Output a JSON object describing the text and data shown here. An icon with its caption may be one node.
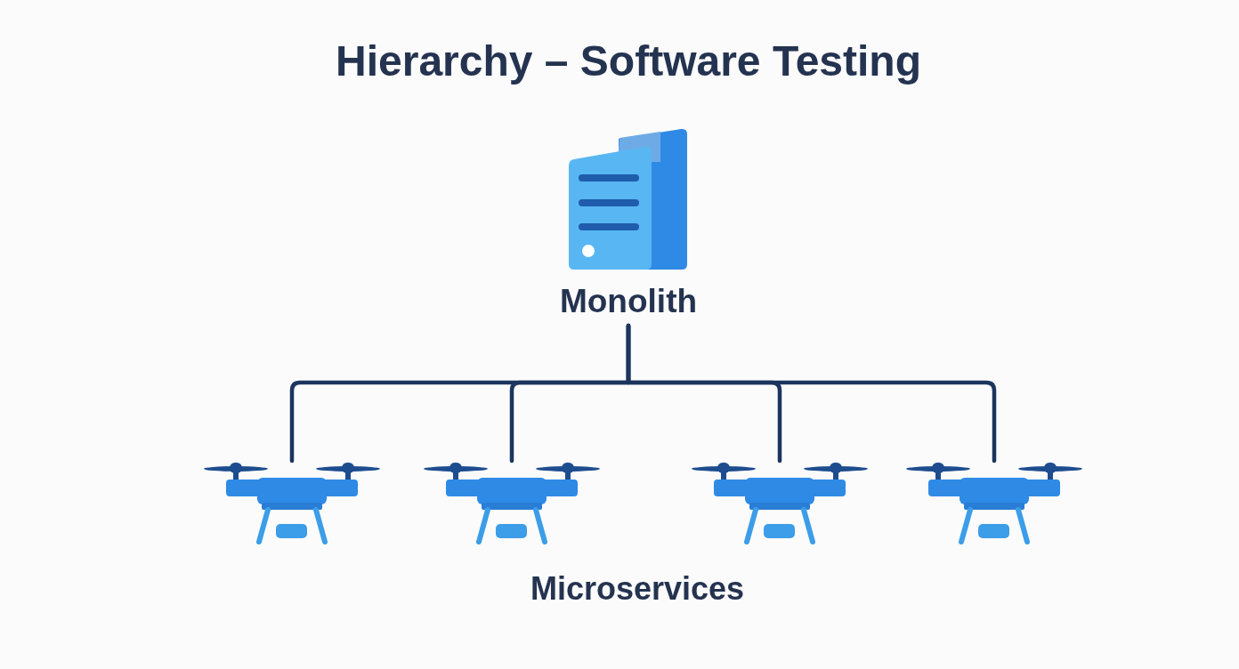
{
  "diagram": {
    "title": "Hierarchy – Software Testing",
    "nodes": [
      {
        "text": [
          "Monolith"
        ]
      },
      {
        "text": [],
        "shape": "picture"
      },
      {
        "text": [],
        "shape": "picture"
      },
      {
        "text": [],
        "shape": "picture"
      },
      {
        "text": [],
        "shape": "picture"
      }
    ],
    "edges": [
      {
        "from": 0,
        "to": 1,
        "arrow": "none"
      },
      {
        "from": 0,
        "to": 2,
        "arrow": "none"
      },
      {
        "from": 0,
        "to": 3,
        "arrow": "none"
      },
      {
        "from": 0,
        "to": 4,
        "arrow": "none"
      }
    ],
    "labels": [
      "Microservices"
    ]
  }
}
